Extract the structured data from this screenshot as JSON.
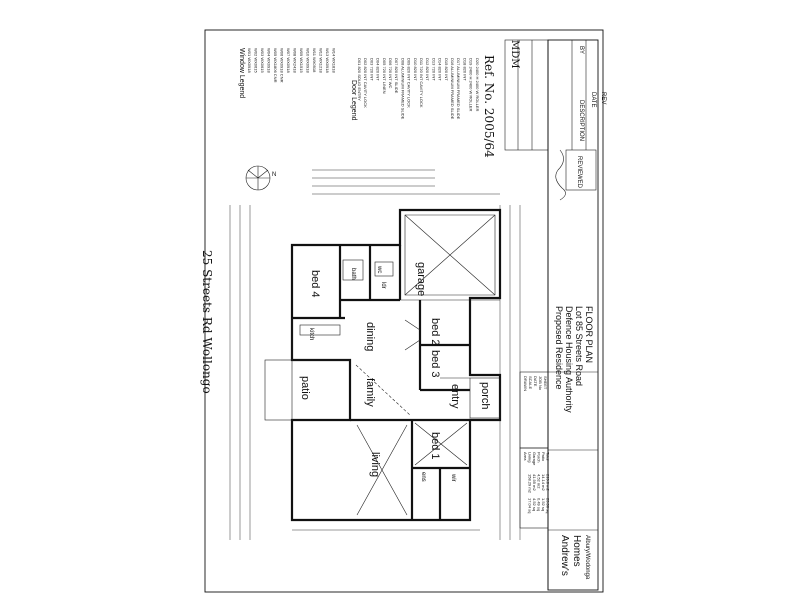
{
  "street_note": "25 Streets Rd Wollongo",
  "rooms": {
    "bed4": "bed 4",
    "bath": "bath",
    "wc": "wc",
    "ldr": "ldr",
    "garage": "garage",
    "bed2": "bed 2",
    "bed3": "bed 3",
    "kitchen": "kitch",
    "dining": "dining",
    "family": "family",
    "patio": "patio",
    "entry": "entry",
    "porch": "porch",
    "living": "living",
    "bed1": "bed 1",
    "ens": "ens",
    "wir": "wir"
  },
  "window_legend": {
    "title": "Window Legend",
    "items": [
      "W01  WX0918",
      "W02  WX0615",
      "W03  WX0615",
      "W04  WX0918",
      "W05  WX1806 CNR",
      "W06  WX0918 CNR",
      "W07  WX0918",
      "W08  WX2418",
      "W09  WX1515",
      "W10  WX0918",
      "W11  WX0918",
      "W12  WX1218",
      "W13  WX0918",
      "W14  WX1818"
    ]
  },
  "door_legend": {
    "title": "Door Legend",
    "items": [
      "D01  820 SOLID ENTRY",
      "D02  820 INT CAVITY LOCK",
      "D03  720 INT",
      "D04  820 INT",
      "D05  720 INT LINEN",
      "D06  720 INT WC",
      "D07  820 INT SLIDE",
      "D08  ALUMINIUM FRAMED SLIDE",
      "D09  820 INT CAVITY LOCK",
      "D10  820 INT",
      "D11  720 INT CAVITY LOCK",
      "D12  820 INT",
      "D13  720 INT",
      "D14  820 INT",
      "D15  820 INT",
      "D16  ALUMINIUM FRAMED SLIDE",
      "D17  ALUMINIUM FRAMED SLIDE",
      "D18  820 INT",
      "D19  2400 H 2400 W ROLLER",
      "D20  2400 H 2400 W ROLLER"
    ]
  },
  "areas": {
    "labels": [
      "Area",
      "Living",
      "Garage",
      "Porch",
      "Patio",
      "Total"
    ],
    "values": [
      "158.29 m2",
      "41.95 m2",
      "4.52 m2",
      "14.14 m2",
      "219.0 m2"
    ],
    "squares": [
      "17.04 sq",
      "4.52 sq",
      "0.49 sq",
      "1.52 sq",
      "23.56 sq"
    ]
  },
  "project": {
    "line1": "Proposed Residence",
    "line2": "Defence Housing Authority",
    "line3": "Lot 85 Streets Road",
    "line4": "FLOOR PLAN"
  },
  "title_fields": [
    "DRAWN",
    "SCALE",
    "DATE",
    "JOB No",
    "SHEET"
  ],
  "revision_header": [
    "REV",
    "DATE",
    "DESCRIPTION",
    "BY"
  ],
  "stamp": "REVIEWED",
  "builder": {
    "name1": "Andrew's",
    "name2": "Homes",
    "location": "Albury/Wodonga"
  },
  "firm": "MDM",
  "ref": "Ref. No. 2005/64",
  "north_label": "N"
}
